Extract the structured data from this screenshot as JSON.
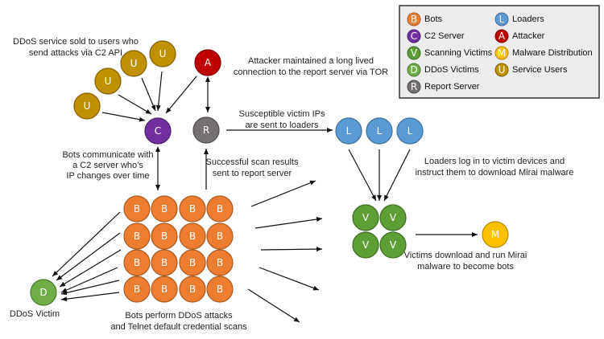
{
  "legend": {
    "items": [
      {
        "letter": "B",
        "label": "Bots",
        "color": "#ED7D31"
      },
      {
        "letter": "C",
        "label": "C2 Server",
        "color": "#7030A0"
      },
      {
        "letter": "V",
        "label": "Scanning Victims",
        "color": "#5E9E34"
      },
      {
        "letter": "D",
        "label": "DDoS Victims",
        "color": "#70AD47"
      },
      {
        "letter": "R",
        "label": "Report Server",
        "color": "#767171"
      },
      {
        "letter": "L",
        "label": "Loaders",
        "color": "#5B9BD5"
      },
      {
        "letter": "A",
        "label": "Attacker",
        "color": "#C00000"
      },
      {
        "letter": "M",
        "label": "Malware Distribution",
        "color": "#FFC000"
      },
      {
        "letter": "U",
        "label": "Service Users",
        "color": "#BF9000"
      }
    ]
  },
  "nodes": {
    "users": [
      "U",
      "U",
      "U",
      "U"
    ],
    "attacker": "A",
    "c2": "C",
    "report": "R",
    "loaders": [
      "L",
      "L",
      "L"
    ],
    "bots": [
      "B",
      "B",
      "B",
      "B",
      "B",
      "B",
      "B",
      "B",
      "B",
      "B",
      "B",
      "B",
      "B",
      "B",
      "B",
      "B"
    ],
    "scan_victims": [
      "V",
      "V",
      "V",
      "V"
    ],
    "malware": "M",
    "ddos_victim": "D"
  },
  "annotations": {
    "service_users": [
      "DDoS service sold to users who",
      "send attacks via C2 API"
    ],
    "attacker": [
      "Attacker maintained a long lived",
      "connection to the report server via TOR"
    ],
    "report_to_loaders": [
      "Susceptible victim IPs",
      "are sent to loaders"
    ],
    "scan_results": [
      "Successful scan results",
      "sent to report server"
    ],
    "c2_comm": [
      "Bots communicate with",
      "a C2 server who’s",
      "IP changes over time"
    ],
    "loaders": [
      "Loaders log in to victim devices and",
      "instruct them to download Mirai malware"
    ],
    "victims_download": [
      "Victims download and run Mirai",
      "malware to become bots"
    ],
    "bots": [
      "Bots perform DDoS attacks",
      "and Telnet  default credential scans"
    ],
    "ddos_victim": [
      "DDoS Victim"
    ]
  }
}
